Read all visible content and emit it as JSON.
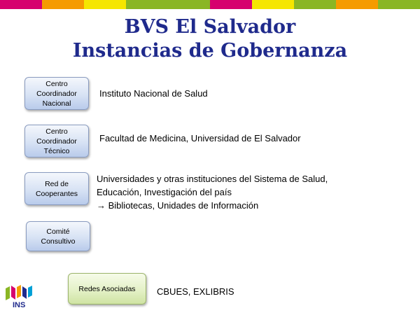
{
  "colors": {
    "title": "#1f2a8c",
    "topbar": [
      "#d6006e",
      "#f59b00",
      "#f5e600",
      "#8ab624",
      "#8ab624",
      "#d6006e",
      "#f5e600",
      "#8ab624",
      "#f59b00",
      "#8ab624"
    ]
  },
  "slide": {
    "title_line1": "BVS El Salvador",
    "title_line2": "Instancias de Gobernanza"
  },
  "rows": [
    {
      "box": "Centro Coordinador Nacional",
      "text": "Instituto Nacional de Salud"
    },
    {
      "box": "Centro Coordinador Técnico",
      "text": "Facultad de Medicina, Universidad de El Salvador"
    },
    {
      "box": "Red de Cooperantes",
      "text_line1": "Universidades y otras instituciones del Sistema de Salud,",
      "text_line2": "Educación, Investigación del país",
      "text_line3": "Bibliotecas, Unidades de Información",
      "arrow": "→"
    },
    {
      "box": "Comité Consultivo"
    },
    {
      "box": "Redes Asociadas",
      "text": "CBUES, EXLIBRIS"
    }
  ],
  "logo": {
    "name": "INS",
    "icon": "ins-logo"
  }
}
